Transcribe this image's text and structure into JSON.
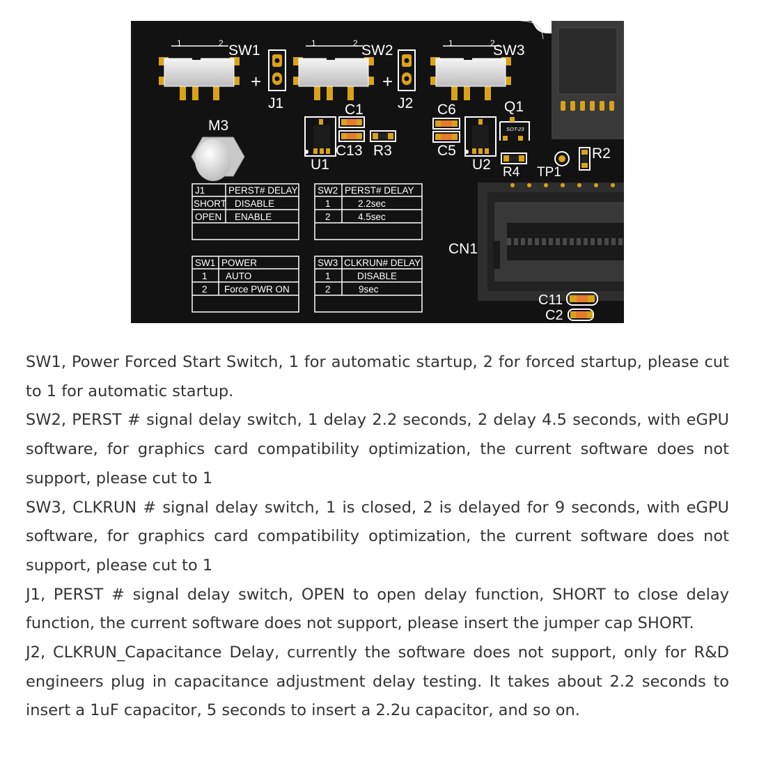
{
  "colors": {
    "board": "#121212",
    "silkscreen": "#ffffff",
    "gold": "#d9a21b",
    "connector": "#2e2e2e",
    "text": "#333333"
  },
  "board": {
    "designators": {
      "sw1": "SW1",
      "sw2": "SW2",
      "sw3": "SW3",
      "j1": "J1",
      "j2": "J2",
      "plus": "+",
      "m3": "M3",
      "u1": "U1",
      "u2": "U2",
      "c1": "C1",
      "c13": "C13",
      "r3": "R3",
      "c6": "C6",
      "c5": "C5",
      "q1": "Q1",
      "sot23": "SOT-23",
      "r4": "R4",
      "tp1": "TP1",
      "r2": "R2",
      "cn1": "CN1",
      "c11": "C11",
      "c2": "C2",
      "pin1": "1",
      "pin2": "2"
    },
    "tables": {
      "j1": {
        "headers": [
          "J1",
          "PERST# DELAY"
        ],
        "rows": [
          [
            "SHORT",
            "DISABLE"
          ],
          [
            "OPEN",
            "ENABLE"
          ]
        ]
      },
      "sw2": {
        "headers": [
          "SW2",
          "PERST# DELAY"
        ],
        "rows": [
          [
            "1",
            "2.2sec"
          ],
          [
            "2",
            "4.5sec"
          ]
        ]
      },
      "sw1": {
        "headers": [
          "SW1",
          "POWER"
        ],
        "rows": [
          [
            "1",
            "AUTO"
          ],
          [
            "2",
            "Force PWR ON"
          ]
        ]
      },
      "sw3": {
        "headers": [
          "SW3",
          "CLKRUN# DELAY"
        ],
        "rows": [
          [
            "1",
            "DISABLE"
          ],
          [
            "2",
            "9sec"
          ]
        ]
      }
    }
  },
  "description": [
    "SW1, Power Forced Start Switch, 1 for automatic startup, 2 for forced startup, please cut to 1 for automatic startup.",
    "SW2, PERST # signal delay switch, 1 delay 2.2 seconds, 2 delay 4.5 seconds, with eGPU software, for graphics card compatibility optimization, the current software does not support, please cut to 1",
    "SW3, CLKRUN # signal delay switch, 1 is closed, 2 is delayed for 9 seconds, with eGPU software, for graphics card compatibility optimization, the current software does not support, please cut to 1",
    "J1, PERST # signal delay switch, OPEN to open delay function, SHORT to close delay function, the current software does not support, please insert the jumper cap SHORT.",
    "J2, CLKRUN_Capacitance Delay, currently the software does not support, only for R&D engineers plug in capacitance adjustment delay testing. It takes about 2.2 seconds to insert a 1uF capacitor, 5 seconds to insert a 2.2u capacitor, and so on."
  ]
}
